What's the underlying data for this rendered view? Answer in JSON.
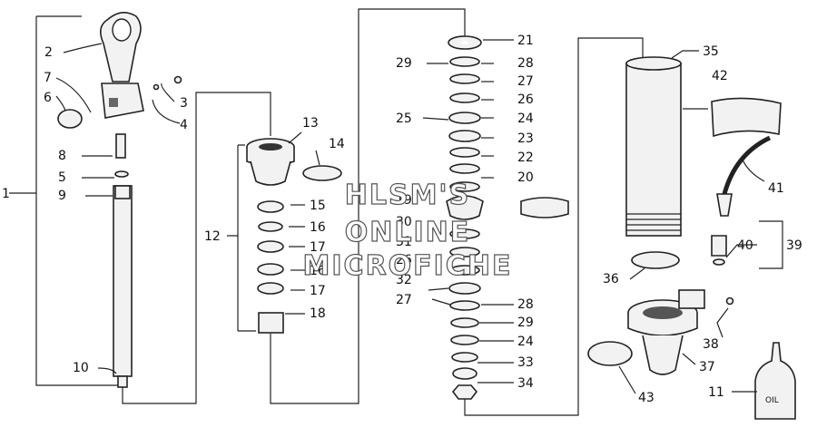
{
  "diagram": {
    "watermark": [
      "HLSM'S",
      "ONLINE",
      "MICROFICHE"
    ],
    "callouts": [
      "1",
      "2",
      "3",
      "4",
      "5",
      "6",
      "7",
      "8",
      "9",
      "10",
      "11",
      "12",
      "13",
      "14",
      "15",
      "16",
      "17",
      "16",
      "17",
      "18",
      "21",
      "29",
      "28",
      "27",
      "26",
      "25",
      "24",
      "23",
      "22",
      "20",
      "19",
      "30",
      "31",
      "26",
      "32",
      "27",
      "28",
      "29",
      "24",
      "33",
      "34",
      "35",
      "42",
      "41",
      "40",
      "39",
      "36",
      "38",
      "37",
      "43"
    ],
    "oil_label": "OIL"
  }
}
